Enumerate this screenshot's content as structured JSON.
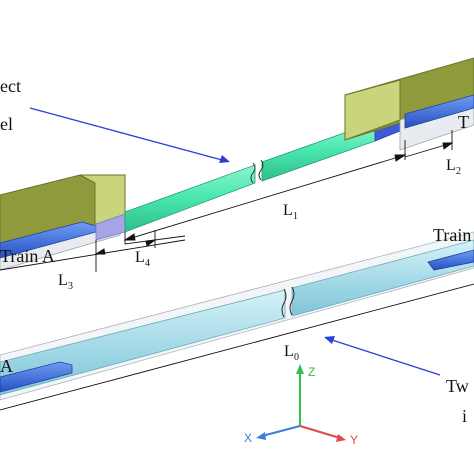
{
  "figure": {
    "upper": {
      "partial_left_text_1": "ect",
      "partial_left_text_2": "el",
      "train_label_left": "Train A",
      "train_label_right": "T",
      "dims": {
        "L1": "L",
        "L1_sub": "1",
        "L2": "L",
        "L2_sub": "2",
        "L3": "L",
        "L3_sub": "3",
        "L4": "L",
        "L4_sub": "4"
      }
    },
    "lower": {
      "train_label_left": "A",
      "train_label_right": "Train",
      "partial_right_text_1": "Tw",
      "partial_right_text_2": "i",
      "dims": {
        "L0": "L",
        "L0_sub": "0"
      }
    },
    "axes": {
      "x": "X",
      "y": "Y",
      "z": "Z"
    },
    "colors": {
      "portal": "#8e9a3c",
      "portal_side": "#b8c56c",
      "connecting_tunnel": "#47e6ad",
      "single_tunnel": "#b6e2ec",
      "train": "#3b6fe0",
      "pointer_arrow": "#2a3fd8",
      "axis_x": "#3a7fd8",
      "axis_y": "#e04a4a",
      "axis_z": "#2ec04a"
    }
  }
}
